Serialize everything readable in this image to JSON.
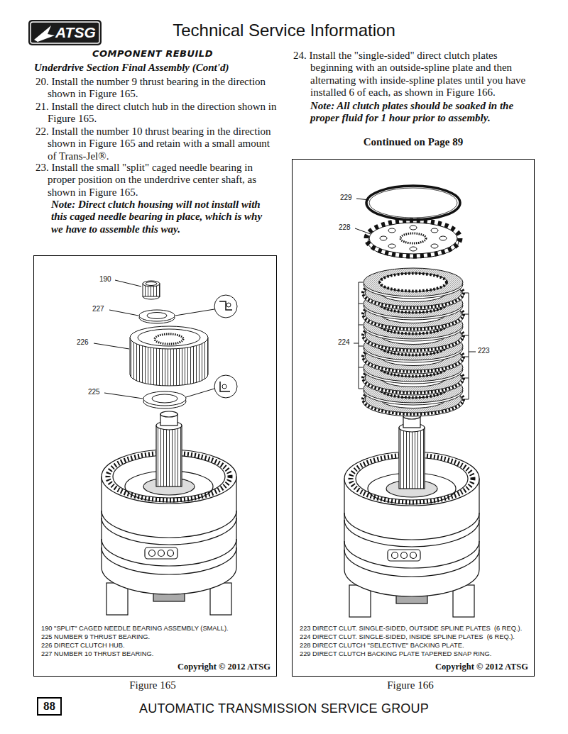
{
  "diagram": {
    "title": "Technical Service Information",
    "nodes": [
      {
        "text": [
          "ATSG"
        ]
      },
      {
        "text": [
          "190 \"SPLIT\" CAGED NEEDLE BEARING ASSEMBLY (SMALL).",
          "225 NUMBER 9 THRUST BEARING.",
          "226 DIRECT CLUTCH HUB.",
          "227 NUMBER 10 THRUST BEARING.",
          "Copyright © 2012 ATSG"
        ]
      },
      {
        "text": [
          "223 DIRECT CLUT. SINGLE-SIDED, OUTSIDE SPLINE PLATES  (6 REQ.).",
          "224 DIRECT CLUT. SINGLE-SIDED, INSIDE SPLINE PLATES  (6 REQ.).",
          "228 DIRECT CLUTCH \"SELECTIVE\" BACKING PLATE.",
          "229 DIRECT CLUTCH BACKING PLATE TAPERED SNAP RING.",
          "Copyright © 2012 ATSG"
        ]
      },
      {
        "text": [
          "88"
        ]
      }
    ],
    "labels": [
      "COMPONENT REBUILD",
      "Underdrive Section Final Assembly (Cont'd)",
      "20. Install the number 9 thrust bearing in the direction shown in Figure 165.",
      "21. Install the direct clutch hub in the direction shown in Figure 165.",
      "22. Install the number 10 thrust bearing in the direction shown in Figure 165 and retain with a small amount of Trans-Jel®.",
      "23. Install the small \"split\" caged needle bearing in proper position on the underdrive center shaft, as shown in Figure 165.",
      "Note: Direct clutch housing will not install with this caged needle bearing in place, which is why we have to assemble this way.",
      "24. Install the \"single-sided\" direct clutch plates beginning with an outside-spline plate and then alternating with inside-spline plates until you have installed 6 of each, as shown in Figure 166.",
      "Note: All clutch plates should be soaked in the proper fluid for 1 hour prior to assembly.",
      "Continued on Page 89",
      "229",
      "228",
      "224",
      "223",
      "190",
      "227",
      "226",
      "225",
      "Figure 165",
      "Figure 166",
      "AUTOMATIC TRANSMISSION SERVICE GROUP"
    ]
  }
}
